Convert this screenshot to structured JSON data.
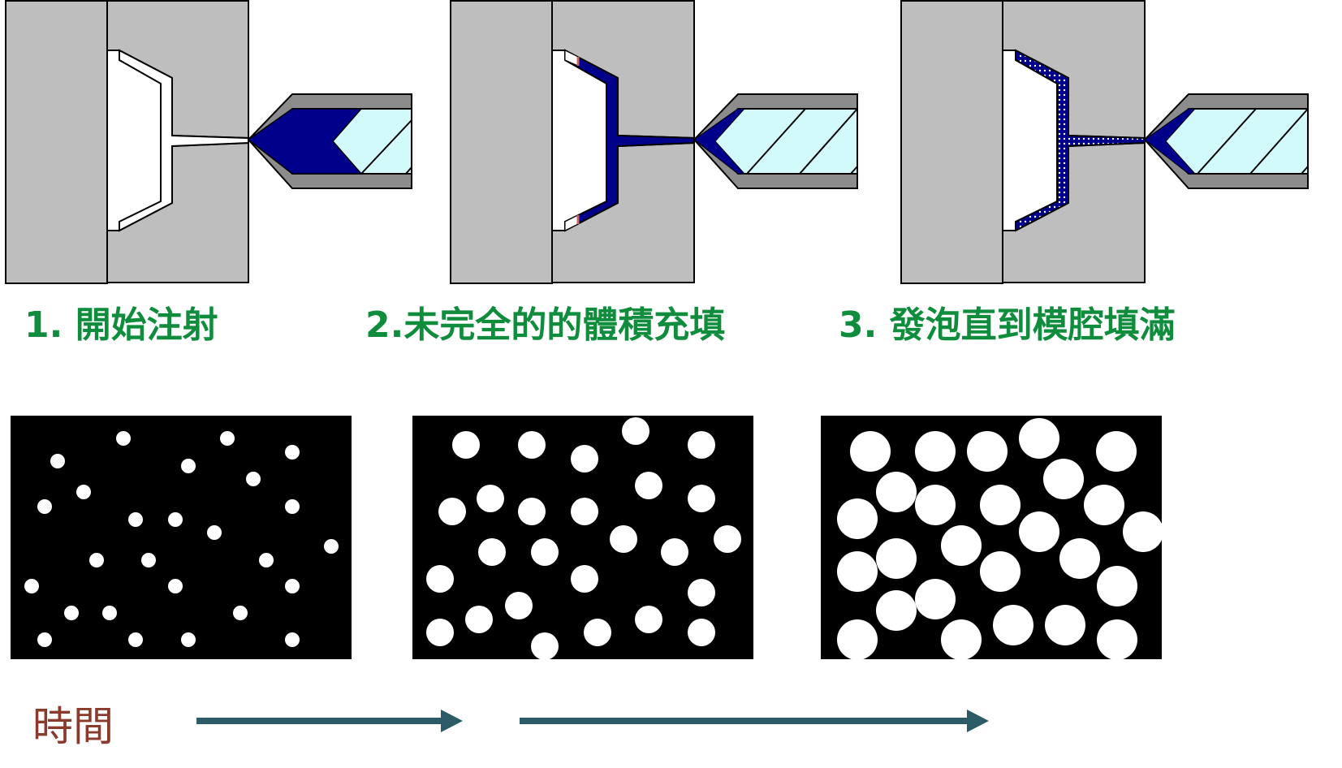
{
  "steps": [
    {
      "label": "1. 開始注射"
    },
    {
      "label": "2.未完全的的體積充填"
    },
    {
      "label": "3. 發泡直到模腔填滿"
    }
  ],
  "time_label": "時間",
  "colors": {
    "mold": "#bebebe",
    "nozzle": "#8c8c8c",
    "melt": "#00008b",
    "screw": "#d2fafa",
    "label": "#0f8c3c",
    "time": "#8b3a2e",
    "arrow": "#2b5c67",
    "cell_bg": "#000000",
    "cell": "#ffffff"
  },
  "panels": [
    {
      "stage": "start-of-injection"
    },
    {
      "stage": "partial-fill"
    },
    {
      "stage": "foam-fills-cavity"
    }
  ]
}
